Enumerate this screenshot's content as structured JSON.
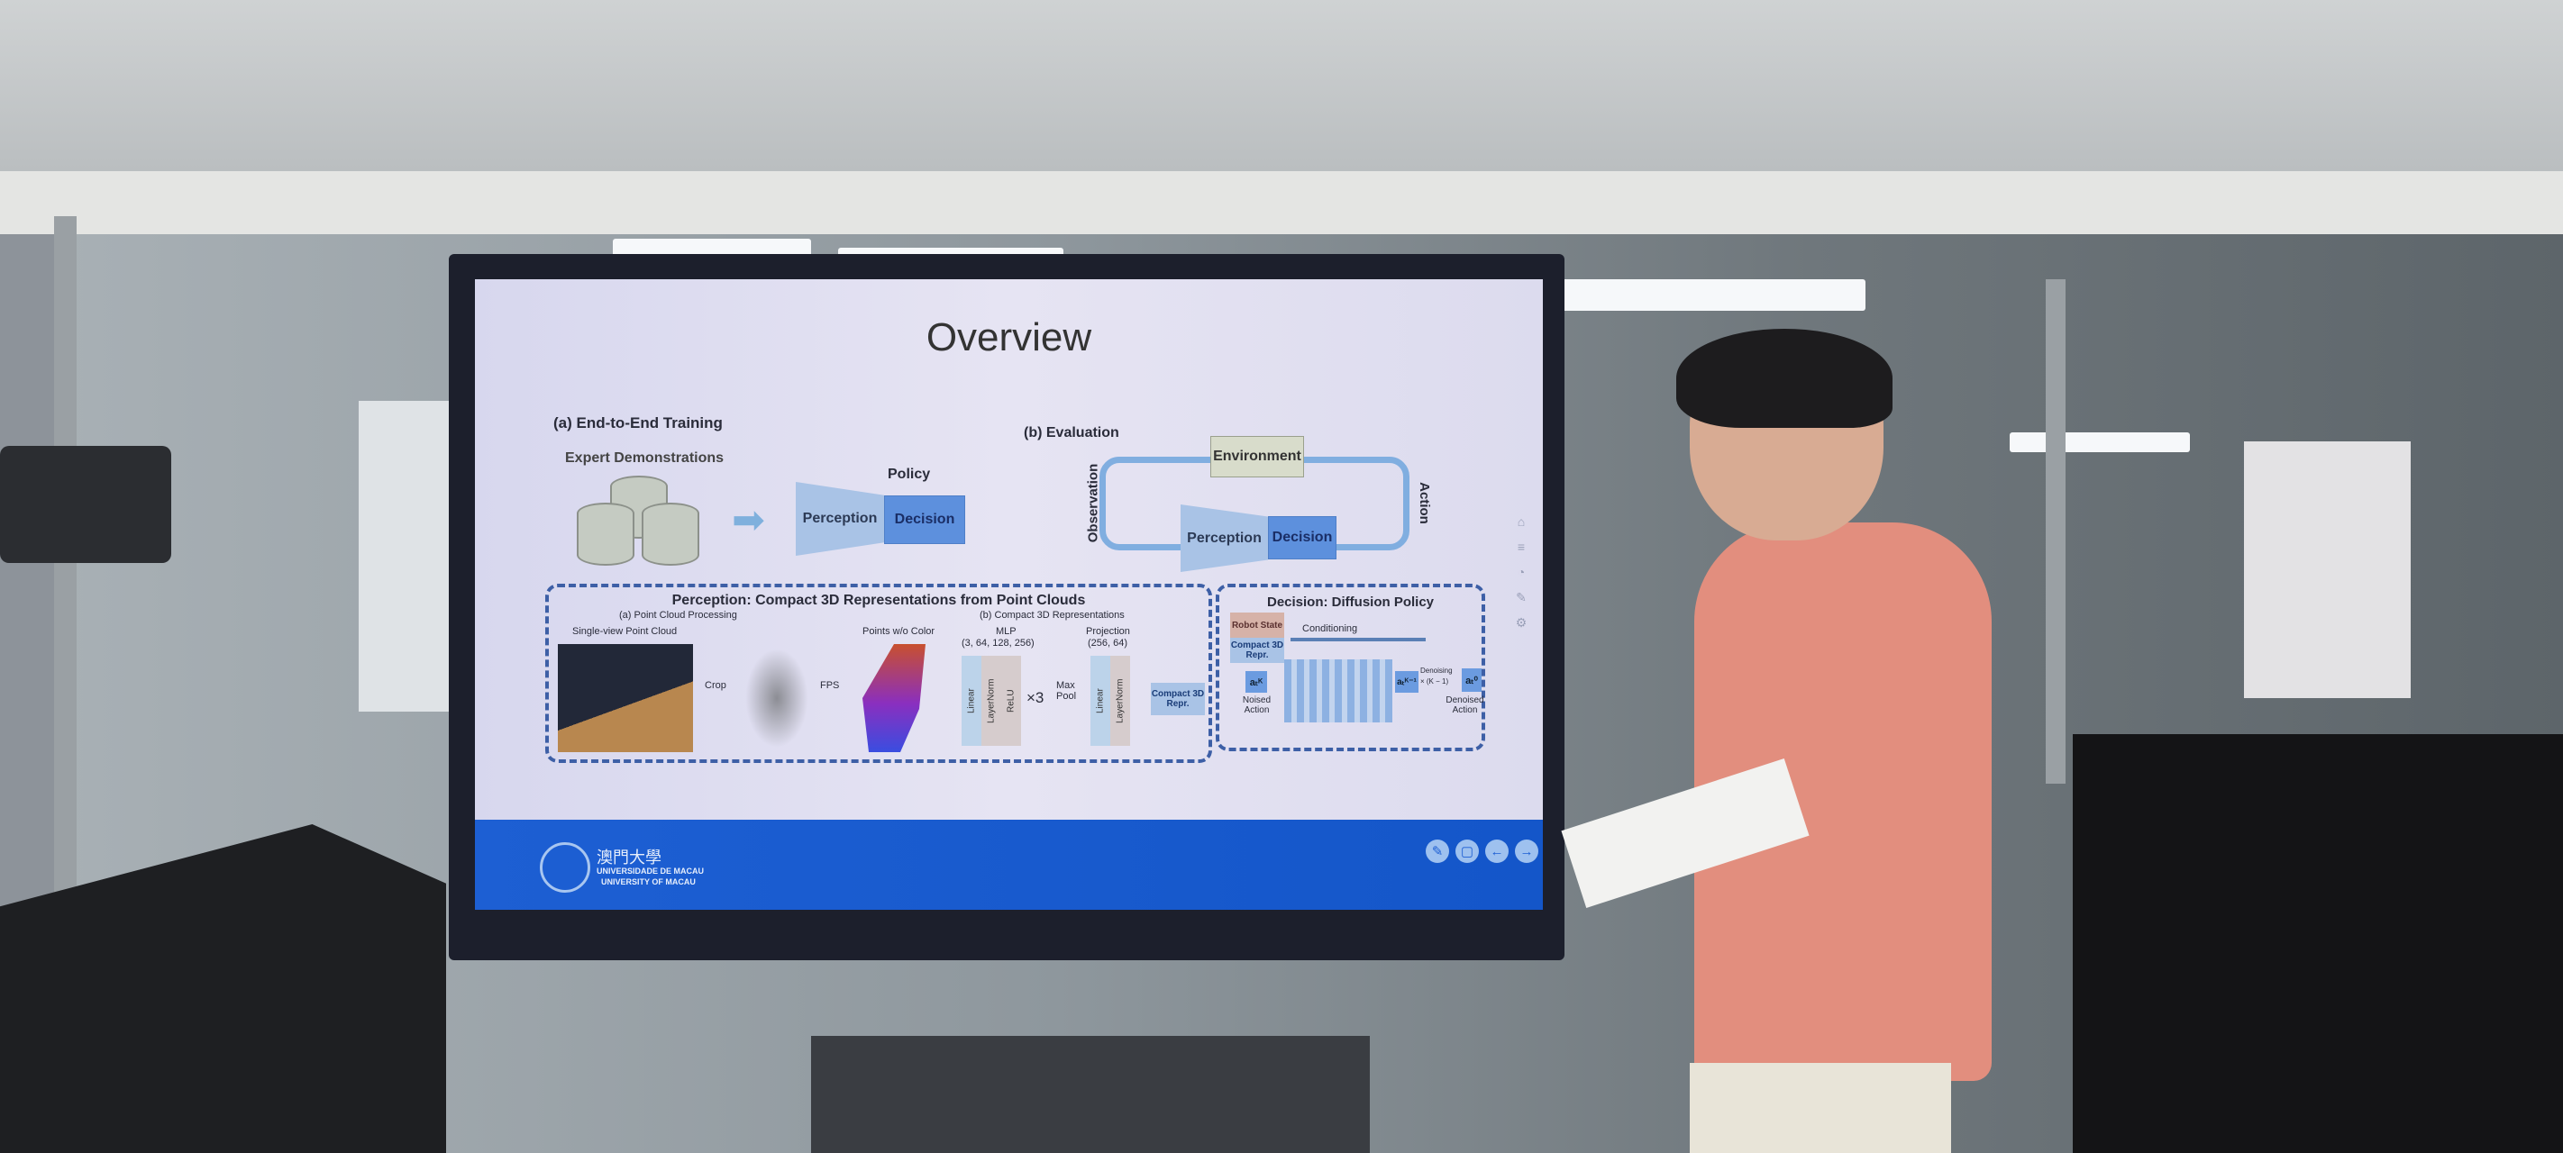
{
  "slide": {
    "title": "Overview",
    "training": {
      "label": "(a) End-to-End Training",
      "demos": "Expert Demonstrations",
      "policy": "Policy",
      "perception": "Perception",
      "decision": "Decision"
    },
    "evaluation": {
      "label": "(b) Evaluation",
      "environment": "Environment",
      "observation": "Observation",
      "action": "Action",
      "perception": "Perception",
      "decision": "Decision"
    },
    "perception_panel": {
      "title": "Perception: Compact 3D Representations from Point Clouds",
      "sub_a": "(a) Point Cloud Processing",
      "sub_b": "(b) Compact 3D Representations",
      "single_view": "Single-view Point Cloud",
      "crop": "Crop",
      "fps": "FPS",
      "points_wo_color": "Points w/o Color",
      "mlp": "MLP",
      "mlp_dims": "(3, 64, 128, 256)",
      "projection": "Projection",
      "proj_dims": "(256, 64)",
      "linear": "Linear",
      "layernorm": "LayerNorm",
      "relu": "ReLU",
      "times3": "×3",
      "maxpool": "Max Pool",
      "compact": "Compact 3D Repr."
    },
    "decision_panel": {
      "title": "Decision: Diffusion Policy",
      "robot_state": "Robot State",
      "compact": "Compact 3D Repr.",
      "conditioning": "Conditioning",
      "noised": "Noised Action",
      "denoising": "Denoising",
      "times": "× (K − 1)",
      "denoised": "Denoised Action",
      "a_k": "aₜᴷ",
      "a_k1": "aₜᴷ⁻¹",
      "a_0": "aₜ⁰"
    },
    "footer": {
      "logo_cn": "澳門大學",
      "logo_pt": "UNIVERSIDADE DE MACAU",
      "logo_en": "UNIVERSITY OF MACAU"
    }
  },
  "colors": {
    "slide_bg": "#dcdcf0",
    "band": "#1d5fd3",
    "shirt": "#e28e7e"
  }
}
